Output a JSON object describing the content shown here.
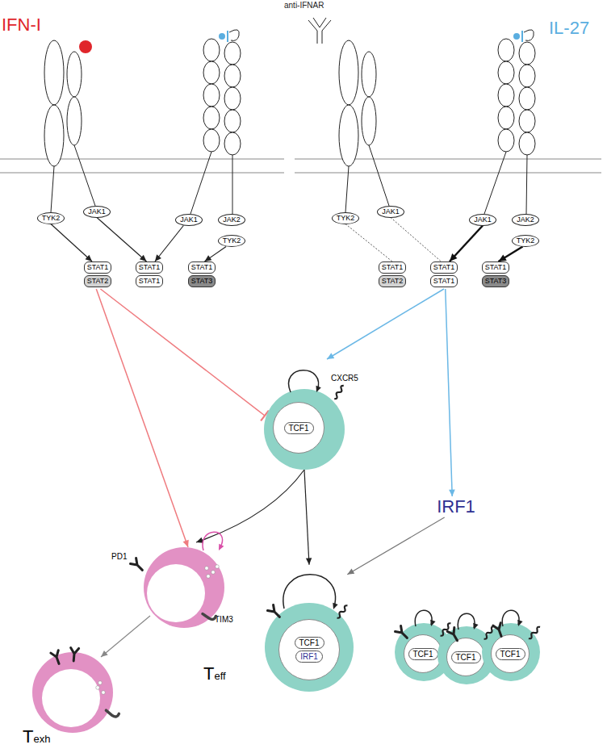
{
  "diagram": {
    "nodes": [
      {
        "text": [
          "TYK2"
        ]
      },
      {
        "text": [
          "JAK1"
        ]
      },
      {
        "text": [
          "JAK1"
        ]
      },
      {
        "text": [
          "JAK2"
        ]
      },
      {
        "text": [
          "TYK2"
        ]
      },
      {
        "text": [
          "TYK2"
        ]
      },
      {
        "text": [
          "JAK1"
        ]
      },
      {
        "text": [
          "JAK1"
        ]
      },
      {
        "text": [
          "JAK2"
        ]
      },
      {
        "text": [
          "TYK2"
        ]
      },
      {
        "text": [
          "STAT1",
          "STAT2"
        ]
      },
      {
        "text": [
          "STAT1",
          "STAT1"
        ]
      },
      {
        "text": [
          "STAT1",
          "STAT3"
        ]
      },
      {
        "text": [
          "STAT1",
          "STAT2"
        ]
      },
      {
        "text": [
          "STAT1",
          "STAT1"
        ]
      },
      {
        "text": [
          "STAT1",
          "STAT3"
        ]
      },
      {
        "text": [
          "CXCR5"
        ]
      },
      {
        "text": [
          "TCF1"
        ],
        "in": 16
      },
      {
        "text": [
          "IRF1"
        ]
      },
      {
        "text": [
          "PD1",
          "TIM3",
          "Teff"
        ]
      },
      {
        "text": [
          "Texh"
        ]
      },
      {
        "text": []
      },
      {
        "text": [
          "TCF1",
          "IRF1"
        ],
        "in": 21
      },
      {
        "text": []
      },
      {
        "text": [
          "TCF1"
        ],
        "in": 23
      },
      {
        "text": []
      },
      {
        "text": [
          "TCF1"
        ],
        "in": 25
      },
      {
        "text": []
      },
      {
        "text": [
          "TCF1"
        ],
        "in": 27
      }
    ],
    "edges": [
      {
        "from": 0,
        "to": 10,
        "arrow": "to"
      },
      {
        "from": 1,
        "to": 11,
        "arrow": "to"
      },
      {
        "from": 2,
        "to": 11,
        "arrow": "to"
      },
      {
        "from": 4,
        "to": 12,
        "arrow": "to"
      },
      {
        "from": 5,
        "to": 13,
        "arrow": "none"
      },
      {
        "from": 6,
        "to": 14,
        "arrow": "none"
      },
      {
        "from": 7,
        "to": 14,
        "arrow": "to"
      },
      {
        "from": 9,
        "to": 15,
        "arrow": "to"
      },
      {
        "from": 10,
        "to": 16,
        "arrow": "to"
      },
      {
        "from": 10,
        "to": 19,
        "arrow": "to"
      },
      {
        "from": 14,
        "to": 16,
        "arrow": "to"
      },
      {
        "from": 14,
        "to": 18,
        "arrow": "to"
      },
      {
        "from": 16,
        "to": 19,
        "arrow": "to"
      },
      {
        "from": 16,
        "to": 21,
        "arrow": "to"
      },
      {
        "from": 18,
        "to": 21,
        "arrow": "to"
      },
      {
        "from": 19,
        "to": 20,
        "arrow": "to"
      }
    ],
    "labels": [
      "IFN-I",
      "IL-27",
      "anti-IFNAR"
    ]
  }
}
